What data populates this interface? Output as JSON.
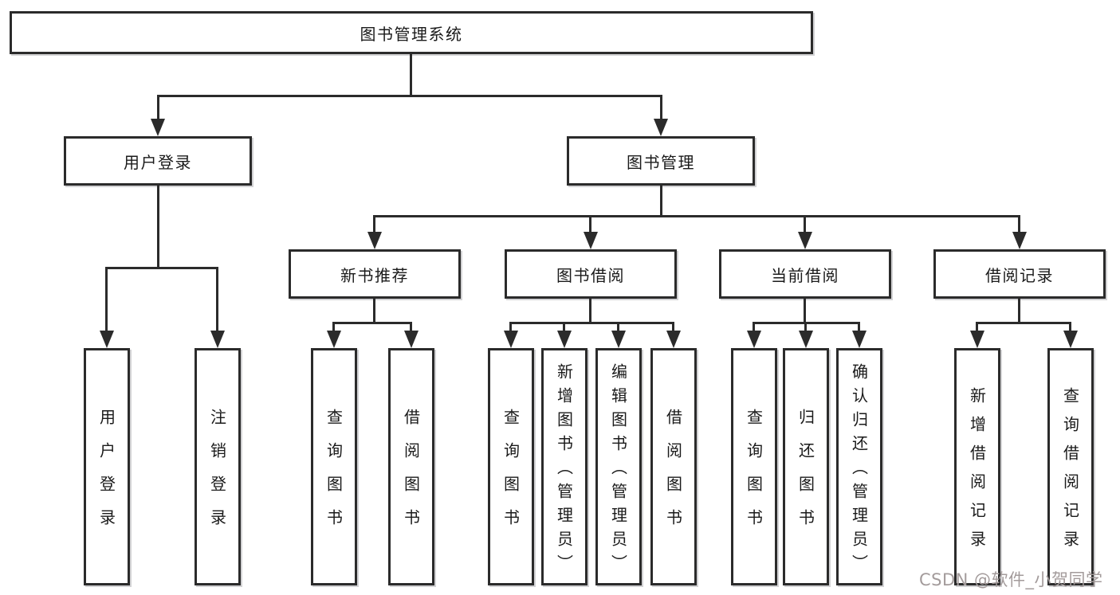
{
  "tree": {
    "label": "图书管理系统",
    "children": [
      {
        "label": "用户登录",
        "children": [
          {
            "label": "用户登录"
          },
          {
            "label": "注销登录"
          }
        ]
      },
      {
        "label": "图书管理",
        "children": [
          {
            "label": "新书推荐",
            "children": [
              {
                "label": "查询图书"
              },
              {
                "label": "借阅图书"
              }
            ]
          },
          {
            "label": "图书借阅",
            "children": [
              {
                "label": "查询图书"
              },
              {
                "label": "新增图书（管理员）"
              },
              {
                "label": "编辑图书（管理员）"
              },
              {
                "label": "借阅图书"
              }
            ]
          },
          {
            "label": "当前借阅",
            "children": [
              {
                "label": "查询图书"
              },
              {
                "label": "归还图书"
              },
              {
                "label": "确认归还（管理员）"
              }
            ]
          },
          {
            "label": "借阅记录",
            "children": [
              {
                "label": "新增借阅记录"
              },
              {
                "label": "查询借阅记录"
              }
            ]
          }
        ]
      }
    ]
  },
  "watermark": {
    "text": "CSDN @软件_小贺同学"
  },
  "colors": {
    "line": "#2b2b2b",
    "box_border": "#2b2b2b",
    "text": "#1a1a1a",
    "watermark": "#a39b9b",
    "background": "#ffffff"
  }
}
